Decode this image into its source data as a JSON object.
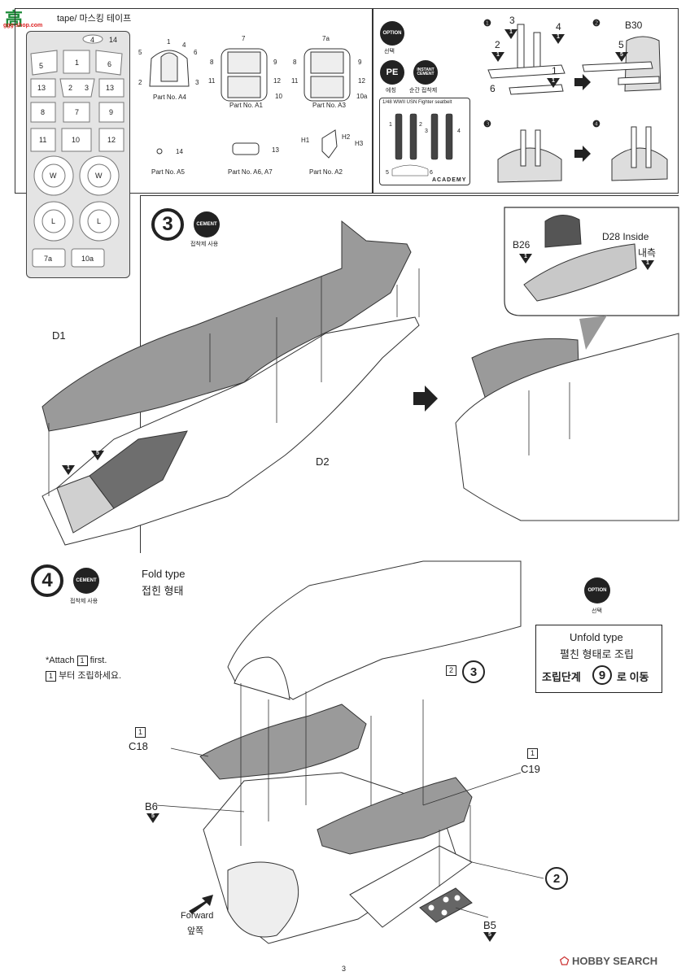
{
  "watermark": {
    "logo_text": "高",
    "site": "ggg-shop.com"
  },
  "masking": {
    "header": "tape/ 마스킹 테이프",
    "sheet_labels": [
      "5",
      "1",
      "6",
      "13",
      "2",
      "3",
      "13",
      "8",
      "7",
      "9",
      "11",
      "10",
      "12",
      "W",
      "W",
      "L",
      "L",
      "7a",
      "10a",
      "4",
      "14"
    ],
    "parts": [
      {
        "label": "Part No. A4",
        "nums": [
          "5",
          "1",
          "4",
          "6",
          "2",
          "3"
        ]
      },
      {
        "label": "Part No. A1",
        "nums": [
          "7",
          "8",
          "9",
          "11",
          "12",
          "10"
        ]
      },
      {
        "label": "Part No. A3",
        "nums": [
          "7a",
          "8",
          "9",
          "11",
          "12",
          "10a"
        ]
      },
      {
        "label": "Part No. A5",
        "nums": [
          "14"
        ]
      },
      {
        "label": "Part No. A6, A7",
        "nums": [
          "13"
        ]
      },
      {
        "label": "Part No. A2",
        "nums": [
          "H1",
          "H2",
          "H3"
        ]
      }
    ]
  },
  "seatbelt": {
    "option_badge": "OPTION",
    "option_ko": "선택",
    "pe_badge": "PE",
    "pe_ko": "에칭",
    "instant_badge": "INSTANT CEMENT",
    "instant_ko": "순간 접착제",
    "box_title": "1/48  WWII USN Fighter seatbelt",
    "nums": [
      "1",
      "2",
      "3",
      "4",
      "5",
      "6"
    ],
    "brand": "ACADEMY",
    "steps": [
      "❶",
      "❷",
      "❸",
      "❹"
    ],
    "callouts": [
      {
        "part": "3",
        "tri": "1"
      },
      {
        "part": "4",
        "tri": "1"
      },
      {
        "part": "2",
        "tri": "1"
      },
      {
        "part": "1",
        "tri": "1"
      },
      {
        "part": "6",
        "tri": ""
      },
      {
        "part": "B30",
        "tri": ""
      },
      {
        "part": "5",
        "tri": "5"
      }
    ]
  },
  "step3": {
    "number": "3",
    "cement_badge": "CEMENT",
    "cement_ko": "접착제 사용",
    "labels": {
      "d1": "D1",
      "d2": "D2",
      "b26": "B26",
      "d28": "D28 Inside",
      "d28_ko": "내측"
    },
    "tris": {
      "a": "1",
      "b": "5",
      "b26": "1",
      "d28": "1"
    }
  },
  "step4": {
    "number": "4",
    "cement_badge": "CEMENT",
    "cement_ko": "접착제 사용",
    "fold_en": "Fold type",
    "fold_ko": "접힌 형태",
    "attach_en": "*Attach",
    "attach_first": "first.",
    "attach_ko": "부터 조립하세요.",
    "attach_box": "1",
    "option_badge": "OPTION",
    "option_ko": "선택",
    "unfold_en": "Unfold type",
    "unfold_ko": "펼친 형태로 조립",
    "goto_pre": "조립단계",
    "goto_num": "9",
    "goto_post": "로 이동",
    "ref_box": "2",
    "ref_step": "3",
    "labels": {
      "c18": "C18",
      "c19": "C19",
      "b6": "B6",
      "b5": "B5",
      "box1": "1",
      "box1b": "1"
    },
    "tris": {
      "b6": "5",
      "b5": "5"
    },
    "circle2": "2",
    "forward_en": "Forward",
    "forward_ko": "앞쪽"
  },
  "footer": {
    "page": "3",
    "brand": "HOBBY SEARCH"
  }
}
